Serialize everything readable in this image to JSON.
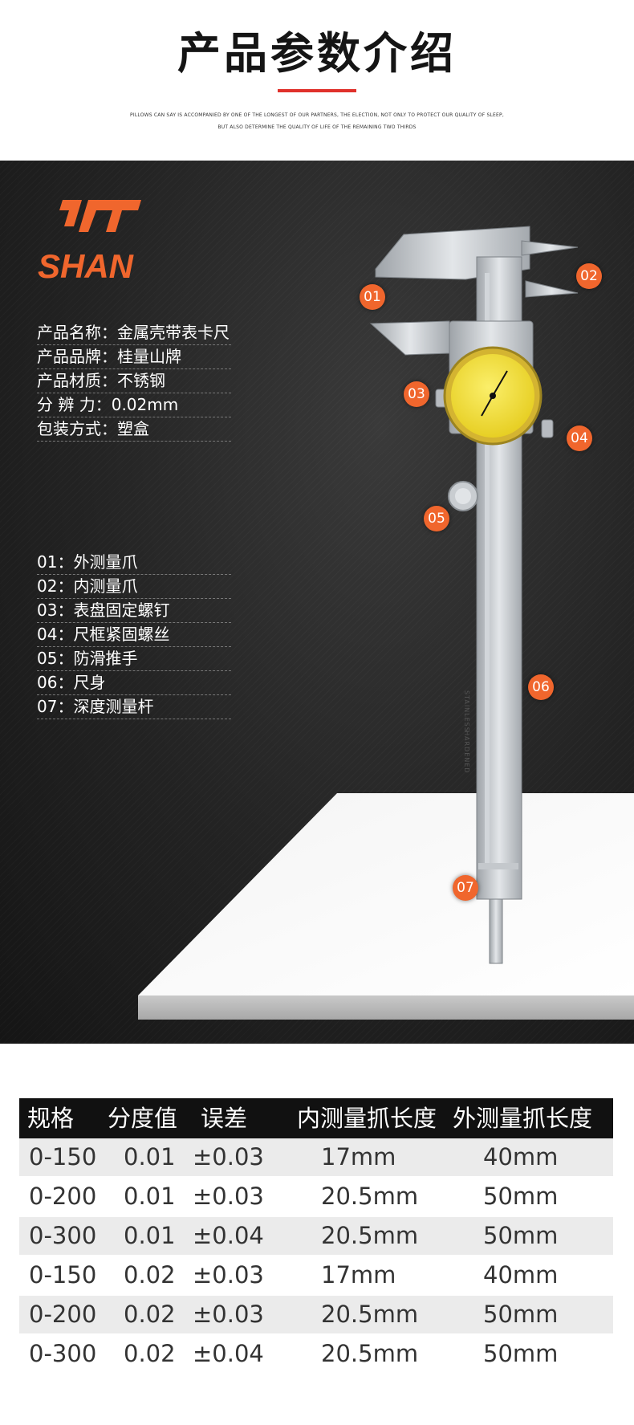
{
  "header": {
    "title": "产品参数介绍",
    "sub_line1": "PILLOWS CAN SAY IS ACCOMPANIED BY ONE OF THE LONGEST OF OUR PARTNERS, THE ELECTION, NOT ONLY TO PROTECT OUR QUALITY OF SLEEP,",
    "sub_line2": "BUT ALSO DETERMINE THE QUALITY OF LIFE OF THE REMAINING TWO THIRDS",
    "accent_color": "#e0312b"
  },
  "brand": {
    "logo_text": "SHAN",
    "color": "#f0662d"
  },
  "specs": [
    {
      "label": "产品名称：",
      "value": "金属壳带表卡尺"
    },
    {
      "label": "产品品牌：",
      "value": "桂量山牌"
    },
    {
      "label": "产品材质：",
      "value": "不锈钢"
    },
    {
      "label": "分 辨 力：",
      "value": "0.02mm"
    },
    {
      "label": "包装方式：",
      "value": "塑盒"
    }
  ],
  "parts": [
    "01：外测量爪",
    "02：内测量爪",
    "03：表盘固定螺钉",
    "04：尺框紧固螺丝",
    "05：防滑推手",
    "06：尺身",
    "07：深度测量杆"
  ],
  "callouts": [
    "01",
    "02",
    "03",
    "04",
    "05",
    "06",
    "07"
  ],
  "caliper": {
    "scale_text_1": "STAINLESS",
    "scale_text_2": "HARDENED"
  },
  "table": {
    "headers": [
      "规格",
      "分度值",
      "误差",
      "内测量抓长度",
      "外测量抓长度"
    ],
    "rows": [
      [
        "0-150",
        "0.01",
        "±0.03",
        "17mm",
        "40mm"
      ],
      [
        "0-200",
        "0.01",
        "±0.03",
        "20.5mm",
        "50mm"
      ],
      [
        "0-300",
        "0.01",
        "±0.04",
        "20.5mm",
        "50mm"
      ],
      [
        "0-150",
        "0.02",
        "±0.03",
        "17mm",
        "40mm"
      ],
      [
        "0-200",
        "0.02",
        "±0.03",
        "20.5mm",
        "50mm"
      ],
      [
        "0-300",
        "0.02",
        "±0.04",
        "20.5mm",
        "50mm"
      ]
    ]
  }
}
